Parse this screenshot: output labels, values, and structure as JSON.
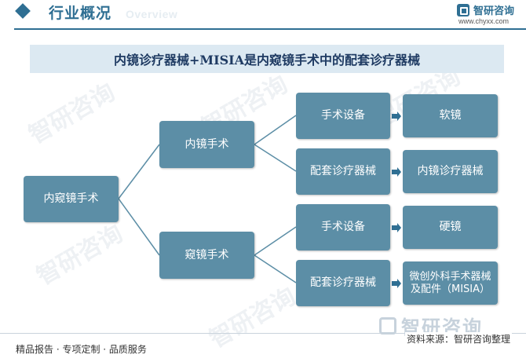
{
  "header": {
    "title": "行业概况",
    "subtitle": "Overview",
    "brand_name": "智研咨询",
    "brand_url": "www.chyxx.com"
  },
  "title": "内镜诊疗器械+MISIA是内窥镜手术中的配套诊疗器械",
  "watermark": "智研咨询",
  "diagram": {
    "root": "内窥镜手术",
    "branches": [
      {
        "label": "内镜手术",
        "children": [
          {
            "label": "手术设备",
            "leaf": "软镜"
          },
          {
            "label": "配套诊疗器械",
            "leaf": "内镜诊疗器械"
          }
        ]
      },
      {
        "label": "窥镜手术",
        "children": [
          {
            "label": "手术设备",
            "leaf": "硬镜"
          },
          {
            "label": "配套诊疗器械",
            "leaf": "微创外科手术器械及配件（MISIA）"
          }
        ]
      }
    ]
  },
  "footer": {
    "services": "精品报告 · 专项定制 · 品质服务",
    "logo_text": "智研咨询",
    "source": "资料来源：智研咨询整理"
  },
  "colors": {
    "node": "#5c8ea6",
    "accent": "#2f6f93",
    "title_bg": "#dce9f2"
  }
}
